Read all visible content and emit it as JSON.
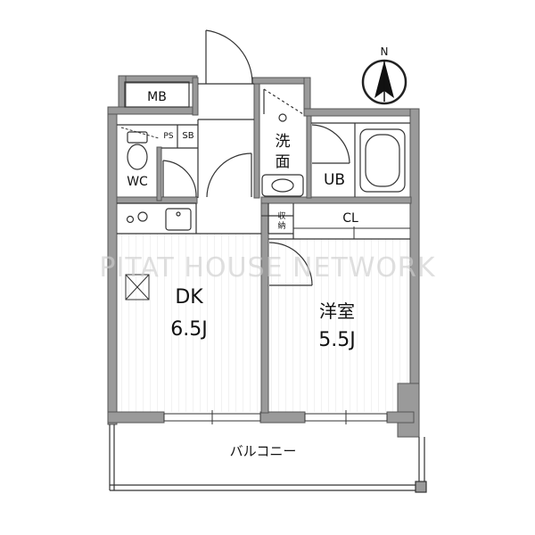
{
  "watermark": "PITAT HOUSE NETWORK",
  "compass": {
    "north_label": "N"
  },
  "rooms": {
    "mb": "MB",
    "ps": "PS",
    "sb": "SB",
    "wc": "WC",
    "washroom": [
      "洗",
      "面"
    ],
    "ub": "UB",
    "storage": [
      "収",
      "納"
    ],
    "cl": "CL",
    "dk": {
      "name": "DK",
      "size": "6.5J"
    },
    "western": {
      "name": "洋室",
      "size": "5.5J"
    },
    "balcony": "バルコニー"
  },
  "colors": {
    "wall": "#9a9a9a",
    "wall_dark": "#555555",
    "line": "#333333",
    "floor_stripe": "#e2e2e2",
    "watermark": "#cfcfcf"
  }
}
